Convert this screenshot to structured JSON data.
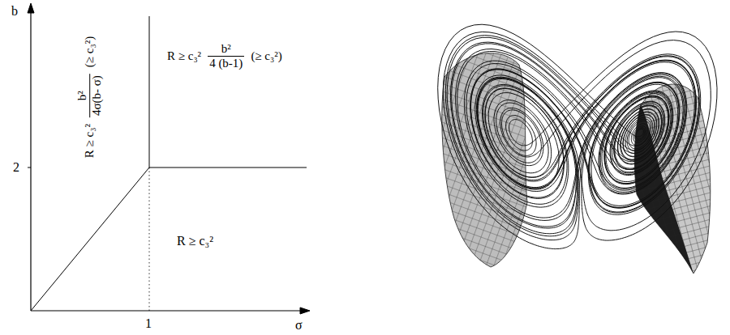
{
  "diagram": {
    "labels": [
      "b",
      "2",
      "1",
      "σ",
      "R ≥ c₃²",
      "b²",
      "4σ(b- σ)",
      "(≥ c₃²)",
      "R ≥ c₃²",
      "b²",
      "4 (b-1)",
      "(≥ c₃²)",
      "R ≥ c₃²"
    ]
  }
}
